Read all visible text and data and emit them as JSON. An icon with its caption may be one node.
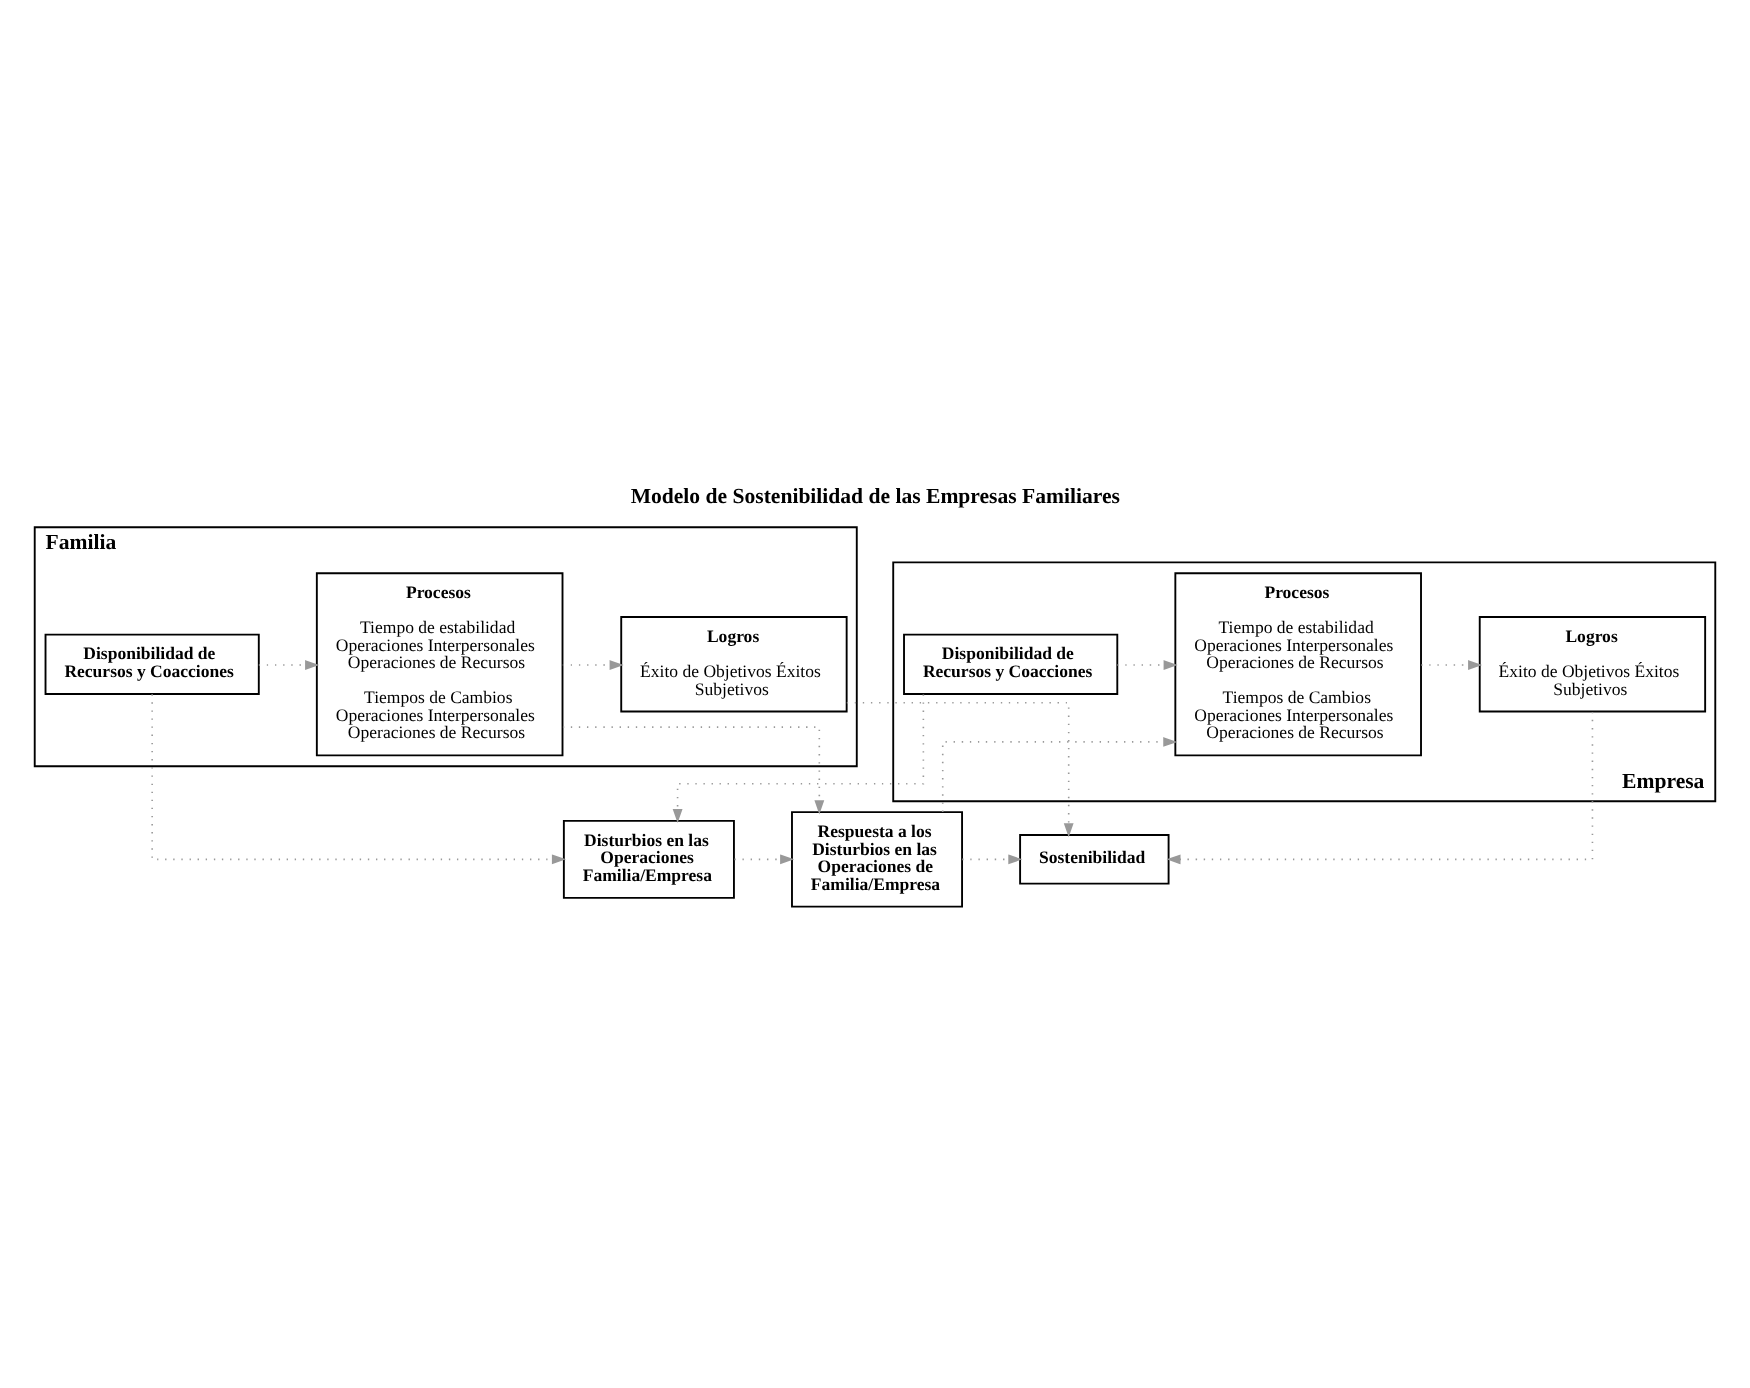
{
  "diagram": {
    "title": "Modelo de Sostenibilidad de las Empresas Familiares",
    "nodes": [
      {
        "text": [
          "Familia"
        ]
      },
      {
        "text": [
          "Empresa"
        ]
      },
      {
        "text": [
          "Disponibilidad de Recursos y Coacciones"
        ],
        "in": 0
      },
      {
        "text": [
          "Procesos",
          "Tiempo de estabilidad Operaciones Interpersonales Operaciones de Recursos",
          "Tiempos de Cambios Operaciones Interpersonales Operaciones de Recursos"
        ],
        "in": 0
      },
      {
        "text": [
          "Logros",
          "Éxito de Objetivos Éxitos Subjetivos"
        ],
        "in": 0
      },
      {
        "text": [
          "Disturbios en las Operaciones Familia/Empresa"
        ]
      },
      {
        "text": [
          "Respuesta a los Disturbios en las Operaciones de Familia/Empresa"
        ]
      },
      {
        "text": [
          "Sostenibilidad"
        ]
      },
      {
        "text": [
          "Disponibilidad de Recursos y Coacciones"
        ],
        "in": 1
      },
      {
        "text": [
          "Procesos",
          "Tiempo de estabilidad Operaciones Interpersonales Operaciones de Recursos",
          "Tiempos de Cambios Operaciones Interpersonales Operaciones de Recursos"
        ],
        "in": 1
      },
      {
        "text": [
          "Logros",
          "Éxito de Objetivos Éxitos Subjetivos"
        ],
        "in": 1
      }
    ],
    "edges": [
      {
        "from": 2,
        "to": 3,
        "arrow": "to"
      },
      {
        "from": 3,
        "to": 4,
        "arrow": "to"
      },
      {
        "from": 2,
        "to": 5,
        "arrow": "to"
      },
      {
        "from": 3,
        "to": 6,
        "arrow": "to"
      },
      {
        "from": 4,
        "to": 7,
        "arrow": "to"
      },
      {
        "from": 5,
        "to": 6,
        "arrow": "to"
      },
      {
        "from": 6,
        "to": 7,
        "arrow": "to"
      },
      {
        "from": 8,
        "to": 5,
        "arrow": "to"
      },
      {
        "from": 6,
        "to": 9,
        "arrow": "to"
      },
      {
        "from": 10,
        "to": 7,
        "arrow": "to"
      },
      {
        "from": 8,
        "to": 9,
        "arrow": "to"
      },
      {
        "from": 9,
        "to": 10,
        "arrow": "to"
      }
    ]
  }
}
